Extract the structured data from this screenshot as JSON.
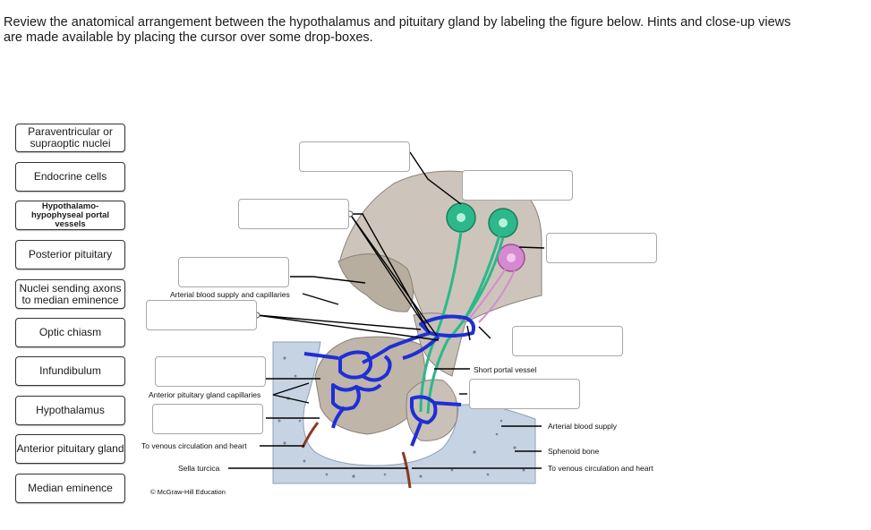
{
  "instructions": "Review the anatomical arrangement between the hypothalamus and pituitary gland by labeling the figure below. Hints and close-up views are made available by placing the cursor over some drop-boxes.",
  "labels": [
    {
      "text": "Paraventricular or supraoptic nuclei"
    },
    {
      "text": "Endocrine cells"
    },
    {
      "text": "Hypothalamo-hypophyseal portal vessels"
    },
    {
      "text": "Posterior pituitary"
    },
    {
      "text": "Nuclei sending axons to median eminence"
    },
    {
      "text": "Optic chiasm"
    },
    {
      "text": "Infundibulum"
    },
    {
      "text": "Hypothalamus"
    },
    {
      "text": "Anterior pituitary gland"
    },
    {
      "text": "Median eminence"
    }
  ],
  "figure": {
    "arterial_left": "Arterial blood supply and capillaries",
    "anterior_caps": "Anterior pituitary gland capillaries",
    "venous_left": "To venous circulation and heart",
    "sella": "Sella turcica",
    "copyright": "© McGraw-Hill Education",
    "short_portal": "Short portal vessel",
    "arterial_right": "Arterial blood supply",
    "sphenoid": "Sphenoid bone",
    "venous_right": "To venous circulation and heart"
  },
  "colors": {
    "vessel_blue": "#1f2fd6",
    "neuron_green": "#2cb88a",
    "neuron_pink": "#d58ad0",
    "tissue": "#c9c1b7",
    "bone": "#c6d3e2"
  }
}
